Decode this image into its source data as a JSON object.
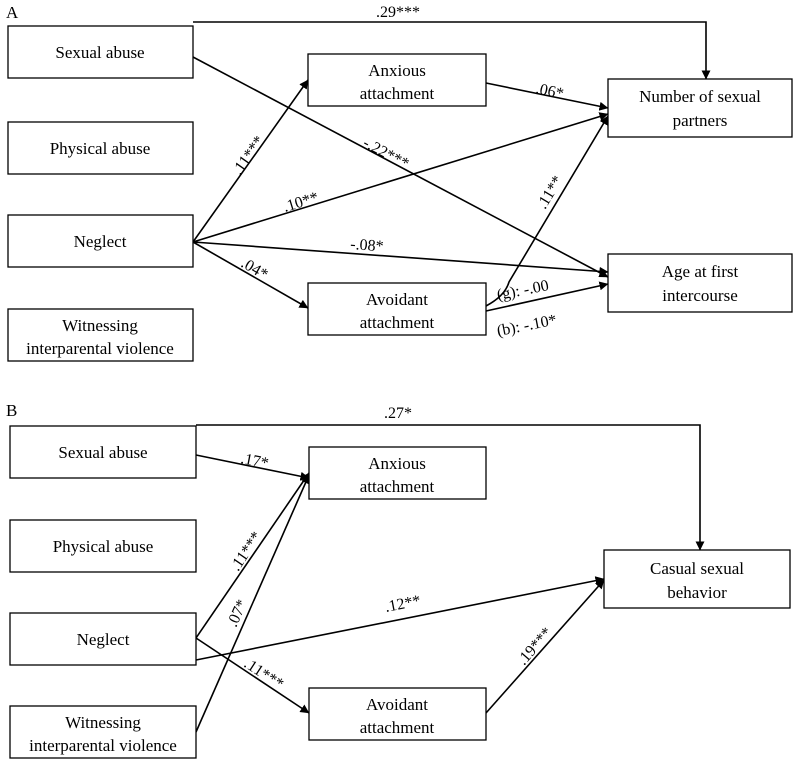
{
  "panels": [
    {
      "label": "A",
      "nodes": {
        "sexual_abuse": [
          "Sexual abuse"
        ],
        "physical_abuse": [
          "Physical abuse"
        ],
        "neglect": [
          "Neglect"
        ],
        "witnessing": [
          "Witnessing",
          "interparental violence"
        ],
        "anxious": [
          "Anxious",
          "attachment"
        ],
        "avoidant": [
          "Avoidant",
          "attachment"
        ],
        "outcome1": [
          "Number of sexual",
          "partners"
        ],
        "outcome2": [
          "Age at first",
          "intercourse"
        ]
      },
      "paths": [
        {
          "from": "Sexual abuse",
          "to": "Number of sexual partners",
          "coef": ".29***"
        },
        {
          "from": "Sexual abuse",
          "to": "Age at first intercourse",
          "coef": "-.22***"
        },
        {
          "from": "Neglect",
          "to": "Anxious attachment",
          "coef": ".11***"
        },
        {
          "from": "Neglect",
          "to": "Number of sexual partners",
          "coef": ".10**"
        },
        {
          "from": "Neglect",
          "to": "Age at first intercourse",
          "coef": "-.08*"
        },
        {
          "from": "Neglect",
          "to": "Avoidant attachment",
          "coef": ".04*"
        },
        {
          "from": "Anxious attachment",
          "to": "Number of sexual partners",
          "coef": ".06*"
        },
        {
          "from": "Avoidant attachment",
          "to": "Number of sexual partners",
          "coef": ".11**"
        },
        {
          "from": "Avoidant attachment",
          "to": "Age at first intercourse",
          "coef": "(g): -.00"
        },
        {
          "from": "Avoidant attachment",
          "to": "Age at first intercourse",
          "coef": "(b): -.10*"
        }
      ]
    },
    {
      "label": "B",
      "nodes": {
        "sexual_abuse": [
          "Sexual abuse"
        ],
        "physical_abuse": [
          "Physical abuse"
        ],
        "neglect": [
          "Neglect"
        ],
        "witnessing": [
          "Witnessing",
          "interparental violence"
        ],
        "anxious": [
          "Anxious",
          "attachment"
        ],
        "avoidant": [
          "Avoidant",
          "attachment"
        ],
        "outcome": [
          "Casual sexual",
          "behavior"
        ]
      },
      "paths": [
        {
          "from": "Sexual abuse",
          "to": "Casual sexual behavior",
          "coef": ".27*"
        },
        {
          "from": "Sexual abuse",
          "to": "Anxious attachment",
          "coef": ".17*"
        },
        {
          "from": "Neglect",
          "to": "Anxious attachment",
          "coef": ".11***"
        },
        {
          "from": "Witnessing interparental violence",
          "to": "Anxious attachment",
          "coef": ".07*"
        },
        {
          "from": "Neglect",
          "to": "Casual sexual behavior",
          "coef": ".12**"
        },
        {
          "from": "Neglect",
          "to": "Avoidant attachment",
          "coef": ".11***"
        },
        {
          "from": "Avoidant attachment",
          "to": "Casual sexual behavior",
          "coef": ".19***"
        }
      ]
    }
  ]
}
